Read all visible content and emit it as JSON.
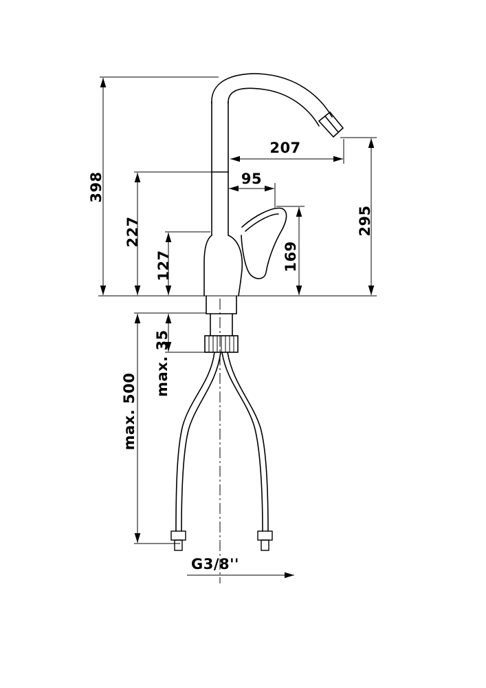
{
  "diagram": {
    "kind": "technical-drawing",
    "subject": "single-lever kitchen faucet with flexible supply hoses",
    "background_color": "#ffffff",
    "line_color": "#000000",
    "labels": {
      "dim_398": "398",
      "dim_227": "227",
      "dim_127": "127",
      "dim_207": "207",
      "dim_95": "95",
      "dim_295": "295",
      "dim_169": "169",
      "dim_max35": "max. 35",
      "dim_max500": "max. 500",
      "thread": "G3/8''"
    }
  }
}
